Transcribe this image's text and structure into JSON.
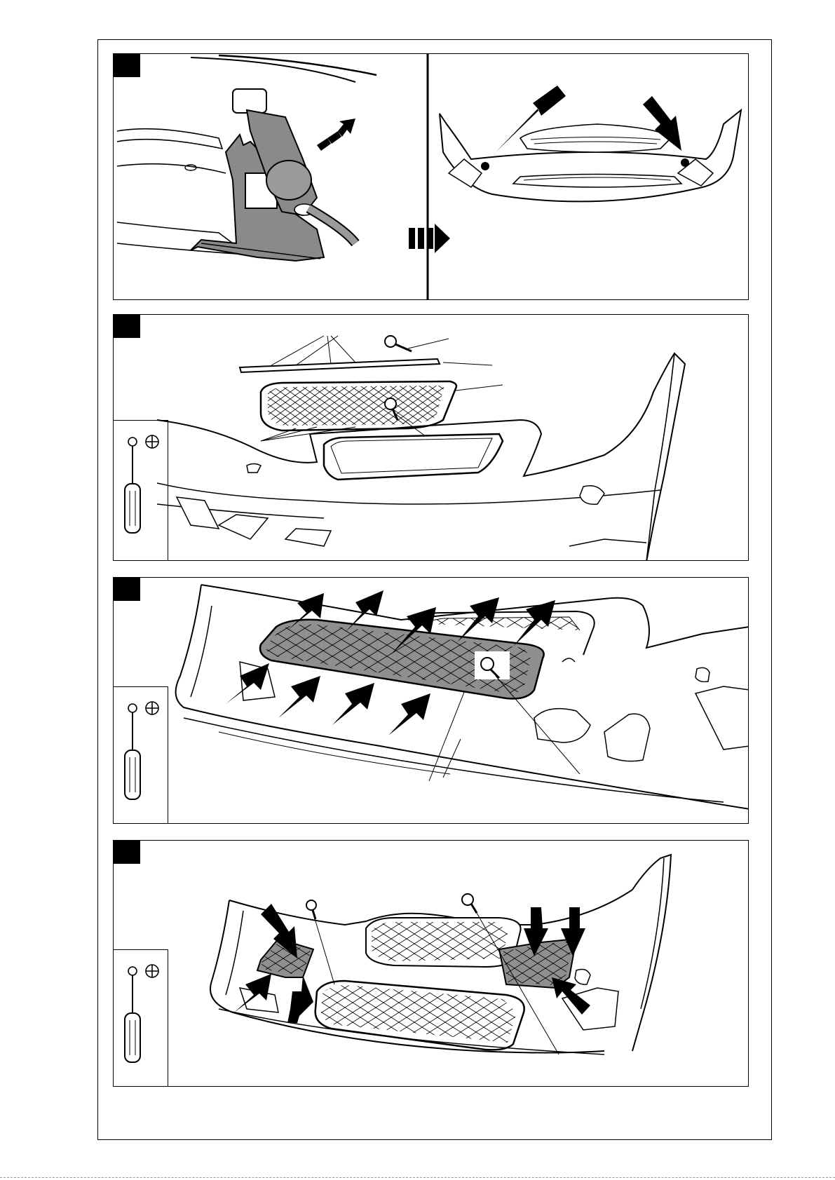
{
  "document": {
    "steps": [
      {
        "id": 1,
        "name": "step-1",
        "description_visible": false
      },
      {
        "id": 2,
        "name": "step-2",
        "description_visible": false
      },
      {
        "id": 3,
        "name": "step-3",
        "description_visible": false
      },
      {
        "id": 4,
        "name": "step-4",
        "description_visible": false
      }
    ],
    "tools": [
      "phillips-screwdriver-icon",
      "phillips-head-symbol-icon"
    ],
    "colors": {
      "line": "#000000",
      "fill_dark": "#7f7f7f",
      "fill_mesh": "#9a9a9a",
      "paper": "#ffffff"
    }
  }
}
